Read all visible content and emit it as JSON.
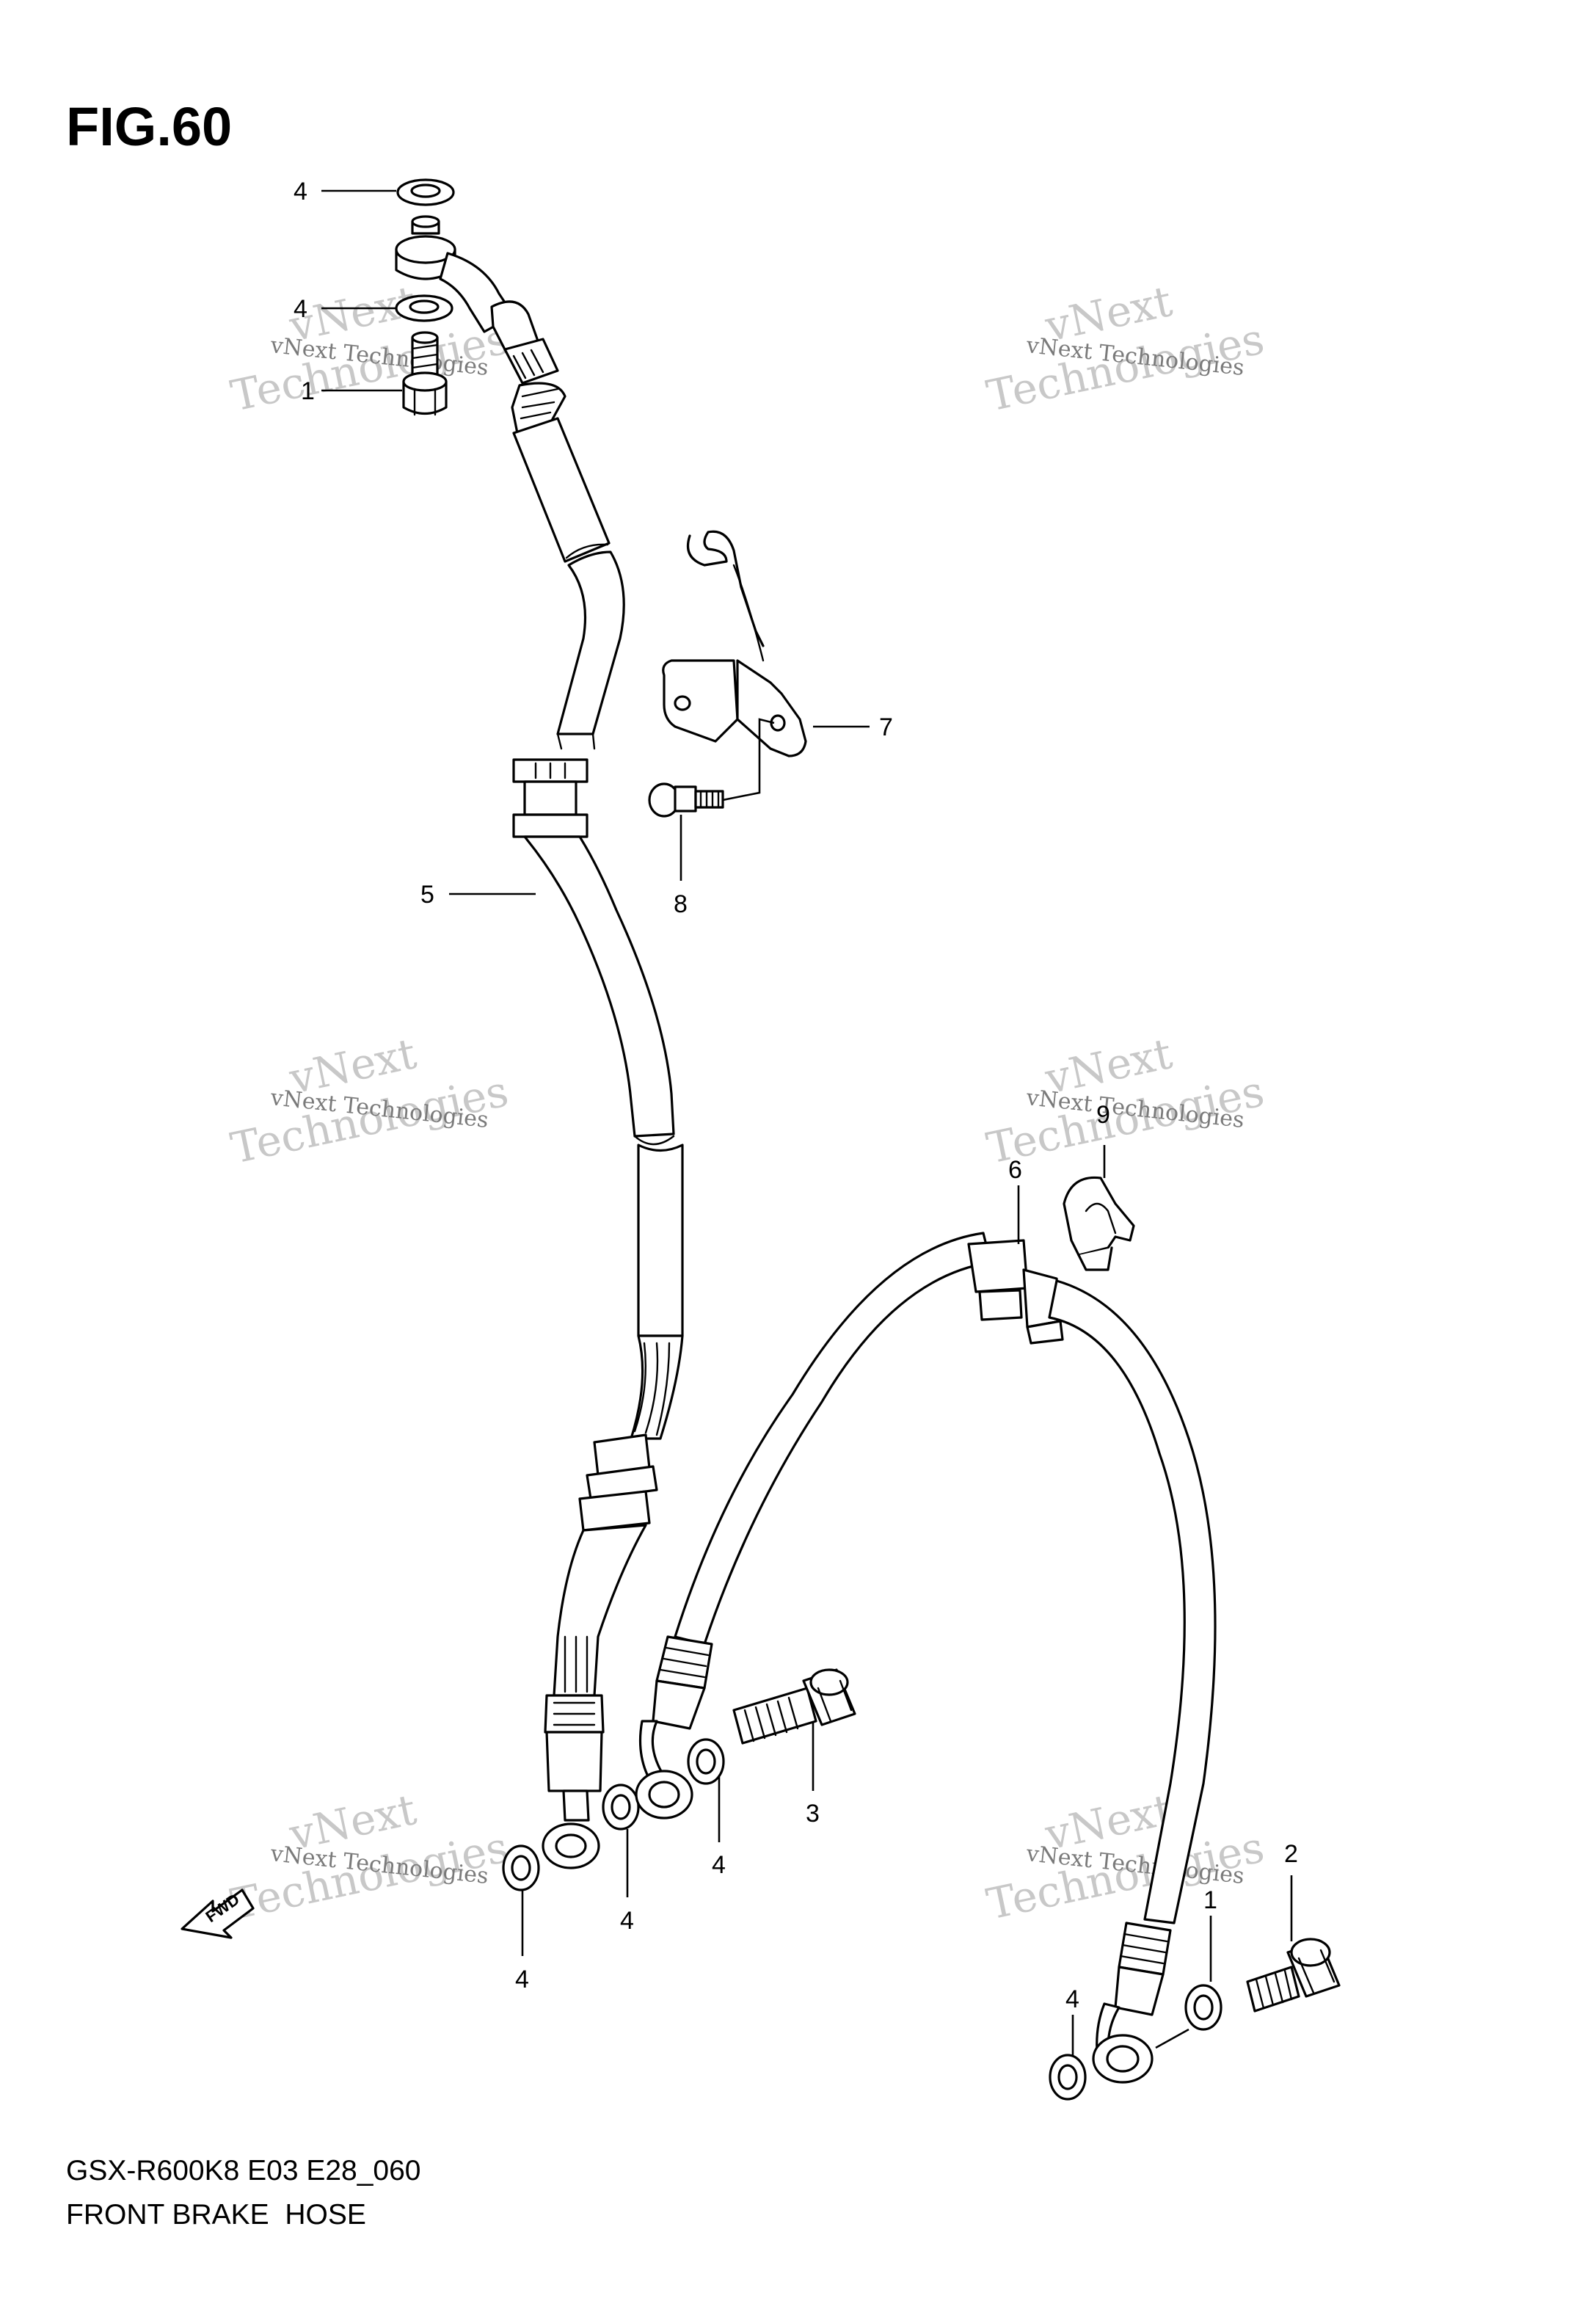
{
  "figure": {
    "title": "FIG.60",
    "model_code": "GSX-R600K8 E03 E28_060",
    "caption": "FRONT BRAKE  HOSE"
  },
  "callouts": [
    "4",
    "4",
    "1",
    "5",
    "7",
    "8",
    "9",
    "6",
    "3",
    "4",
    "4",
    "4",
    "2",
    "1",
    "4"
  ],
  "watermark": {
    "small": "vNext Technologies",
    "big_line1": "vNext",
    "big_line2": "Technologies"
  },
  "fwd_label": "FWD"
}
